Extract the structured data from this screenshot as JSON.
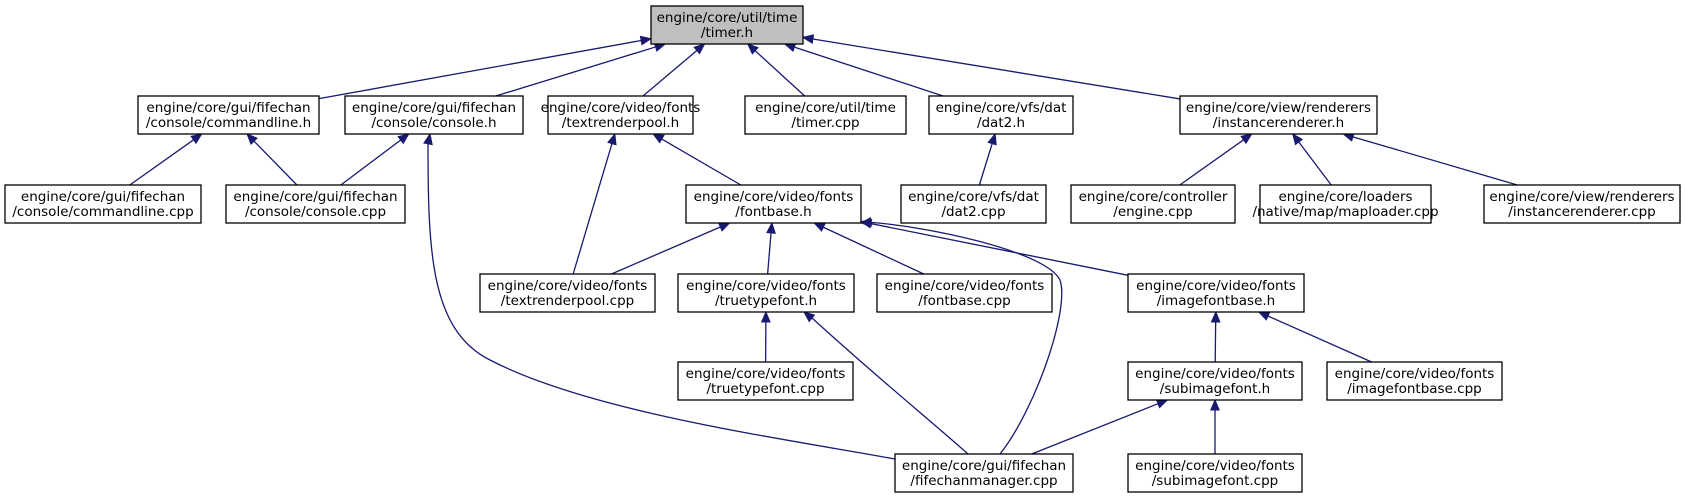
{
  "graph": {
    "type": "include-dependency-graph",
    "nodes": [
      {
        "id": "timer_h",
        "lines": [
          "engine/core/util/time",
          "/timer.h"
        ],
        "highlighted": true
      },
      {
        "id": "commandline_h",
        "lines": [
          "engine/core/gui/fifechan",
          "/console/commandline.h"
        ]
      },
      {
        "id": "console_h",
        "lines": [
          "engine/core/gui/fifechan",
          "/console/console.h"
        ]
      },
      {
        "id": "textrenderpool_h",
        "lines": [
          "engine/core/video/fonts",
          "/textrenderpool.h"
        ]
      },
      {
        "id": "timer_cpp",
        "lines": [
          "engine/core/util/time",
          "/timer.cpp"
        ]
      },
      {
        "id": "dat2_h",
        "lines": [
          "engine/core/vfs/dat",
          "/dat2.h"
        ]
      },
      {
        "id": "instancerenderer_h",
        "lines": [
          "engine/core/view/renderers",
          "/instancerenderer.h"
        ]
      },
      {
        "id": "commandline_cpp",
        "lines": [
          "engine/core/gui/fifechan",
          "/console/commandline.cpp"
        ]
      },
      {
        "id": "console_cpp",
        "lines": [
          "engine/core/gui/fifechan",
          "/console/console.cpp"
        ]
      },
      {
        "id": "fontbase_h",
        "lines": [
          "engine/core/video/fonts",
          "/fontbase.h"
        ]
      },
      {
        "id": "dat2_cpp",
        "lines": [
          "engine/core/vfs/dat",
          "/dat2.cpp"
        ]
      },
      {
        "id": "engine_cpp",
        "lines": [
          "engine/core/controller",
          "/engine.cpp"
        ]
      },
      {
        "id": "maploader_cpp",
        "lines": [
          "engine/core/loaders",
          "/native/map/maploader.cpp"
        ]
      },
      {
        "id": "instancerenderer_cpp",
        "lines": [
          "engine/core/view/renderers",
          "/instancerenderer.cpp"
        ]
      },
      {
        "id": "textrenderpool_cpp",
        "lines": [
          "engine/core/video/fonts",
          "/textrenderpool.cpp"
        ]
      },
      {
        "id": "truetypefont_h",
        "lines": [
          "engine/core/video/fonts",
          "/truetypefont.h"
        ]
      },
      {
        "id": "fontbase_cpp",
        "lines": [
          "engine/core/video/fonts",
          "/fontbase.cpp"
        ]
      },
      {
        "id": "imagefontbase_h",
        "lines": [
          "engine/core/video/fonts",
          "/imagefontbase.h"
        ]
      },
      {
        "id": "truetypefont_cpp",
        "lines": [
          "engine/core/video/fonts",
          "/truetypefont.cpp"
        ]
      },
      {
        "id": "subimagefont_h",
        "lines": [
          "engine/core/video/fonts",
          "/subimagefont.h"
        ]
      },
      {
        "id": "imagefontbase_cpp",
        "lines": [
          "engine/core/video/fonts",
          "/imagefontbase.cpp"
        ]
      },
      {
        "id": "fifechanmanager_cpp",
        "lines": [
          "engine/core/gui/fifechan",
          "/fifechanmanager.cpp"
        ]
      },
      {
        "id": "subimagefont_cpp",
        "lines": [
          "engine/core/video/fonts",
          "/subimagefont.cpp"
        ]
      }
    ],
    "edges": [
      {
        "from": "commandline_h",
        "to": "timer_h"
      },
      {
        "from": "console_h",
        "to": "timer_h"
      },
      {
        "from": "textrenderpool_h",
        "to": "timer_h"
      },
      {
        "from": "timer_cpp",
        "to": "timer_h"
      },
      {
        "from": "dat2_h",
        "to": "timer_h"
      },
      {
        "from": "instancerenderer_h",
        "to": "timer_h"
      },
      {
        "from": "commandline_cpp",
        "to": "commandline_h"
      },
      {
        "from": "console_cpp",
        "to": "commandline_h"
      },
      {
        "from": "console_cpp",
        "to": "console_h"
      },
      {
        "from": "fifechanmanager_cpp",
        "to": "console_h"
      },
      {
        "from": "textrenderpool_cpp",
        "to": "textrenderpool_h"
      },
      {
        "from": "fontbase_h",
        "to": "textrenderpool_h"
      },
      {
        "from": "dat2_cpp",
        "to": "dat2_h"
      },
      {
        "from": "engine_cpp",
        "to": "instancerenderer_h"
      },
      {
        "from": "maploader_cpp",
        "to": "instancerenderer_h"
      },
      {
        "from": "instancerenderer_cpp",
        "to": "instancerenderer_h"
      },
      {
        "from": "textrenderpool_cpp",
        "to": "fontbase_h"
      },
      {
        "from": "truetypefont_h",
        "to": "fontbase_h"
      },
      {
        "from": "fontbase_cpp",
        "to": "fontbase_h"
      },
      {
        "from": "fifechanmanager_cpp",
        "to": "fontbase_h"
      },
      {
        "from": "imagefontbase_h",
        "to": "fontbase_h"
      },
      {
        "from": "truetypefont_cpp",
        "to": "truetypefont_h"
      },
      {
        "from": "fifechanmanager_cpp",
        "to": "truetypefont_h"
      },
      {
        "from": "subimagefont_h",
        "to": "imagefontbase_h"
      },
      {
        "from": "imagefontbase_cpp",
        "to": "imagefontbase_h"
      },
      {
        "from": "fifechanmanager_cpp",
        "to": "subimagefont_h"
      },
      {
        "from": "subimagefont_cpp",
        "to": "subimagefont_h"
      }
    ]
  },
  "colors": {
    "edge": "#191970",
    "highlighted_fill": "#bfbfbf",
    "node_fill": "#ffffff",
    "border": "#000000"
  }
}
